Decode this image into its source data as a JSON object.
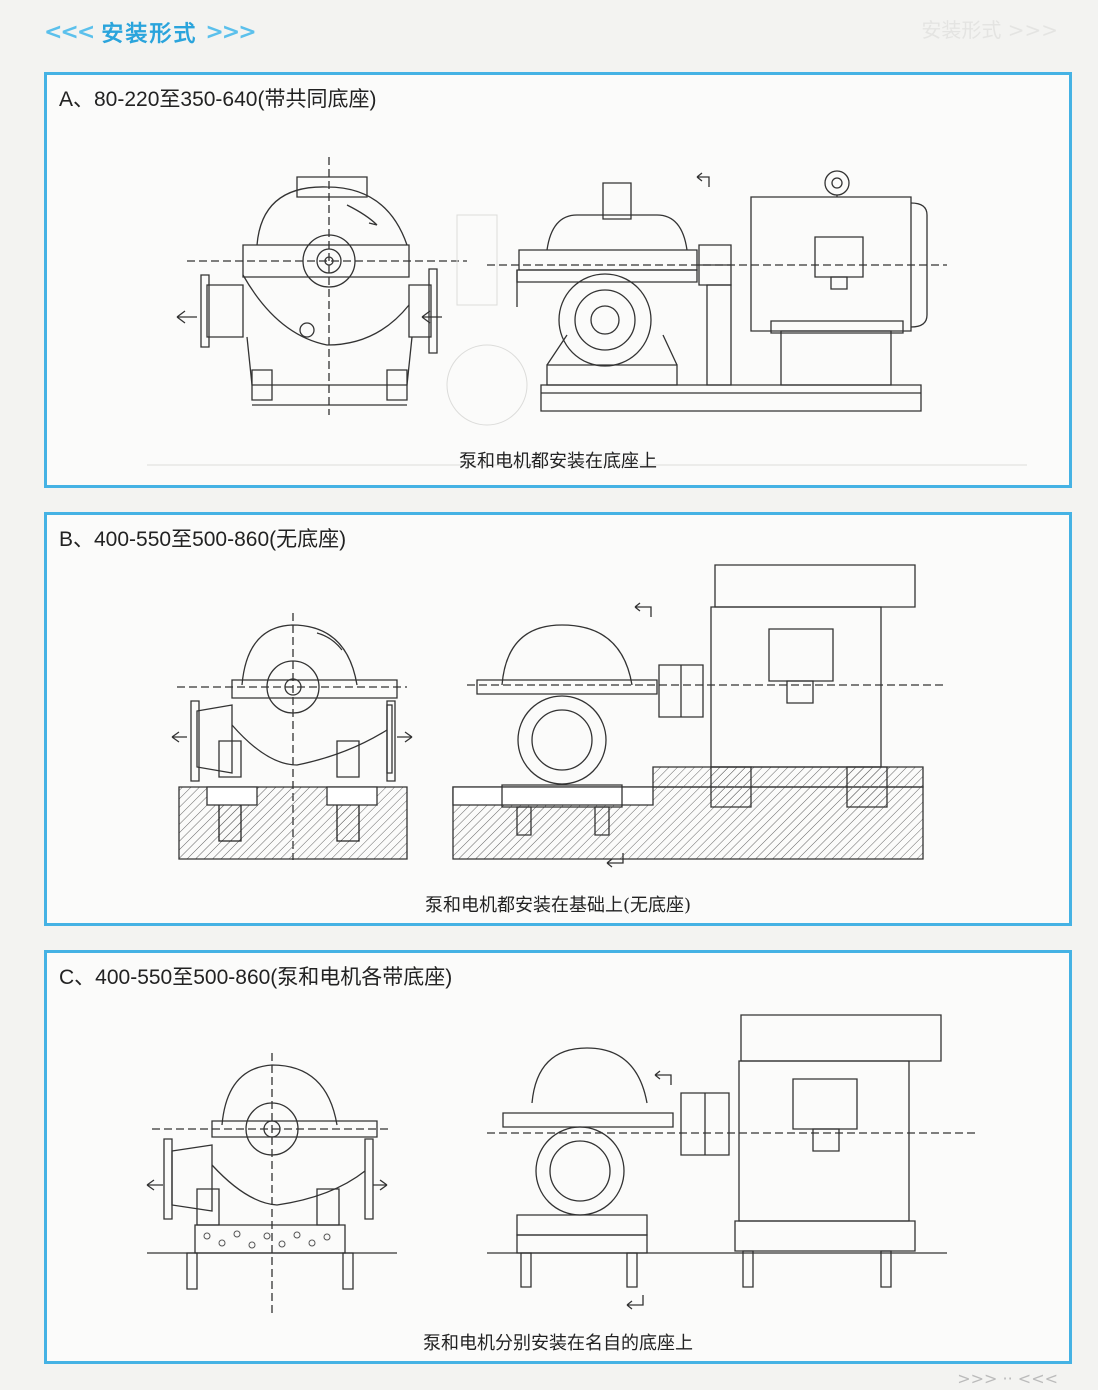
{
  "header": {
    "title": "安装形式",
    "left_chevrons": "<<<",
    "right_chevrons": ">>>",
    "ghost_title": "安装形式 >>>"
  },
  "panels": [
    {
      "id": "A",
      "title": "A、80-220至350-640(带共同底座)",
      "caption": "泵和电机都安装在底座上"
    },
    {
      "id": "B",
      "title": "B、400-550至500-860(无底座)",
      "caption": "泵和电机都安装在基础上(无底座)"
    },
    {
      "id": "C",
      "title": "C、400-550至500-860(泵和电机各带底座)",
      "caption": "泵和电机分别安装在名自的底座上"
    }
  ],
  "footer": {
    "mark": ">>> ·· <<<"
  },
  "colors": {
    "accent": "#2aa4dc",
    "border": "#45b2e4",
    "line": "#333333"
  }
}
